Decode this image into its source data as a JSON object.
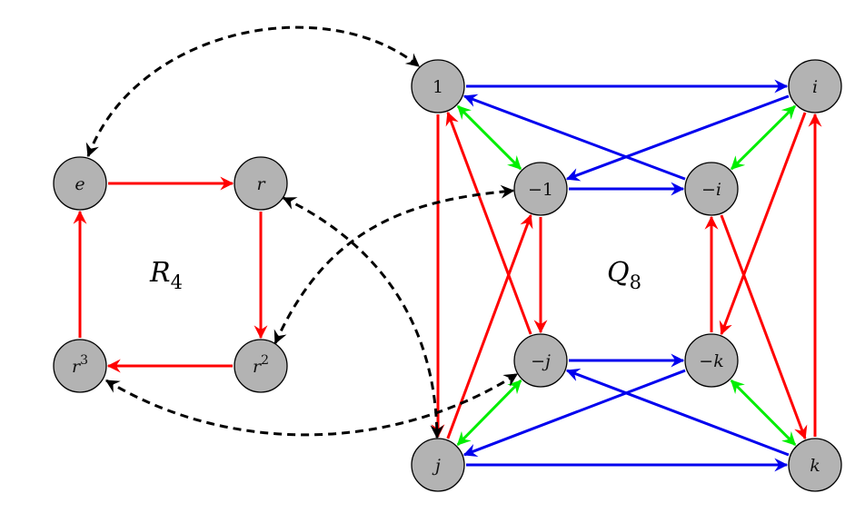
{
  "colors": {
    "red": "#ff0000",
    "blue": "#0000ee",
    "green": "#00ee00",
    "black": "#000000",
    "node_fill": "#b3b3b3"
  },
  "groups": {
    "R4": {
      "name": "R",
      "subscript": "4"
    },
    "Q8": {
      "name": "Q",
      "subscript": "8"
    }
  },
  "nodes": [
    {
      "id": "e",
      "base": "e",
      "sup": "",
      "group": "R4"
    },
    {
      "id": "r",
      "base": "r",
      "sup": "",
      "group": "R4"
    },
    {
      "id": "r2",
      "base": "r",
      "sup": "2",
      "group": "R4"
    },
    {
      "id": "r3",
      "base": "r",
      "sup": "3",
      "group": "R4"
    },
    {
      "id": "1",
      "base": "1",
      "sup": "",
      "group": "Q8"
    },
    {
      "id": "i",
      "base": "i",
      "sup": "",
      "group": "Q8"
    },
    {
      "id": "m1",
      "base": "−1",
      "sup": "",
      "group": "Q8"
    },
    {
      "id": "mi",
      "base": "−i",
      "sup": "",
      "group": "Q8"
    },
    {
      "id": "mj",
      "base": "−j",
      "sup": "",
      "group": "Q8"
    },
    {
      "id": "mk",
      "base": "−k",
      "sup": "",
      "group": "Q8"
    },
    {
      "id": "j",
      "base": "j",
      "sup": "",
      "group": "Q8"
    },
    {
      "id": "k",
      "base": "k",
      "sup": "",
      "group": "Q8"
    }
  ],
  "edges": [
    {
      "from": "e",
      "to": "r",
      "color": "red",
      "style": "directed"
    },
    {
      "from": "r",
      "to": "r2",
      "color": "red",
      "style": "directed"
    },
    {
      "from": "r2",
      "to": "r3",
      "color": "red",
      "style": "directed"
    },
    {
      "from": "r3",
      "to": "e",
      "color": "red",
      "style": "directed"
    },
    {
      "from": "1",
      "to": "j",
      "color": "red",
      "style": "directed"
    },
    {
      "from": "j",
      "to": "m1",
      "color": "red",
      "style": "directed"
    },
    {
      "from": "m1",
      "to": "mj",
      "color": "red",
      "style": "directed"
    },
    {
      "from": "mj",
      "to": "1",
      "color": "red",
      "style": "directed"
    },
    {
      "from": "i",
      "to": "mk",
      "color": "red",
      "style": "directed"
    },
    {
      "from": "mk",
      "to": "mi",
      "color": "red",
      "style": "directed"
    },
    {
      "from": "mi",
      "to": "k",
      "color": "red",
      "style": "directed"
    },
    {
      "from": "k",
      "to": "i",
      "color": "red",
      "style": "directed"
    },
    {
      "from": "1",
      "to": "i",
      "color": "blue",
      "style": "directed"
    },
    {
      "from": "i",
      "to": "m1",
      "color": "blue",
      "style": "directed"
    },
    {
      "from": "m1",
      "to": "mi",
      "color": "blue",
      "style": "directed"
    },
    {
      "from": "mi",
      "to": "1",
      "color": "blue",
      "style": "directed"
    },
    {
      "from": "mj",
      "to": "mk",
      "color": "blue",
      "style": "directed"
    },
    {
      "from": "mk",
      "to": "j",
      "color": "blue",
      "style": "directed"
    },
    {
      "from": "j",
      "to": "k",
      "color": "blue",
      "style": "directed"
    },
    {
      "from": "k",
      "to": "mj",
      "color": "blue",
      "style": "directed"
    },
    {
      "from": "1",
      "to": "m1",
      "color": "green",
      "style": "bidirectional"
    },
    {
      "from": "i",
      "to": "mi",
      "color": "green",
      "style": "bidirectional"
    },
    {
      "from": "j",
      "to": "mj",
      "color": "green",
      "style": "bidirectional"
    },
    {
      "from": "k",
      "to": "mk",
      "color": "green",
      "style": "bidirectional"
    }
  ],
  "mappings": [
    {
      "from": "e",
      "to": "1",
      "color": "black",
      "style": "dashed-bidirectional"
    },
    {
      "from": "r",
      "to": "j",
      "color": "black",
      "style": "dashed-bidirectional"
    },
    {
      "from": "r2",
      "to": "m1",
      "color": "black",
      "style": "dashed-bidirectional"
    },
    {
      "from": "r3",
      "to": "mj",
      "color": "black",
      "style": "dashed-bidirectional"
    }
  ]
}
